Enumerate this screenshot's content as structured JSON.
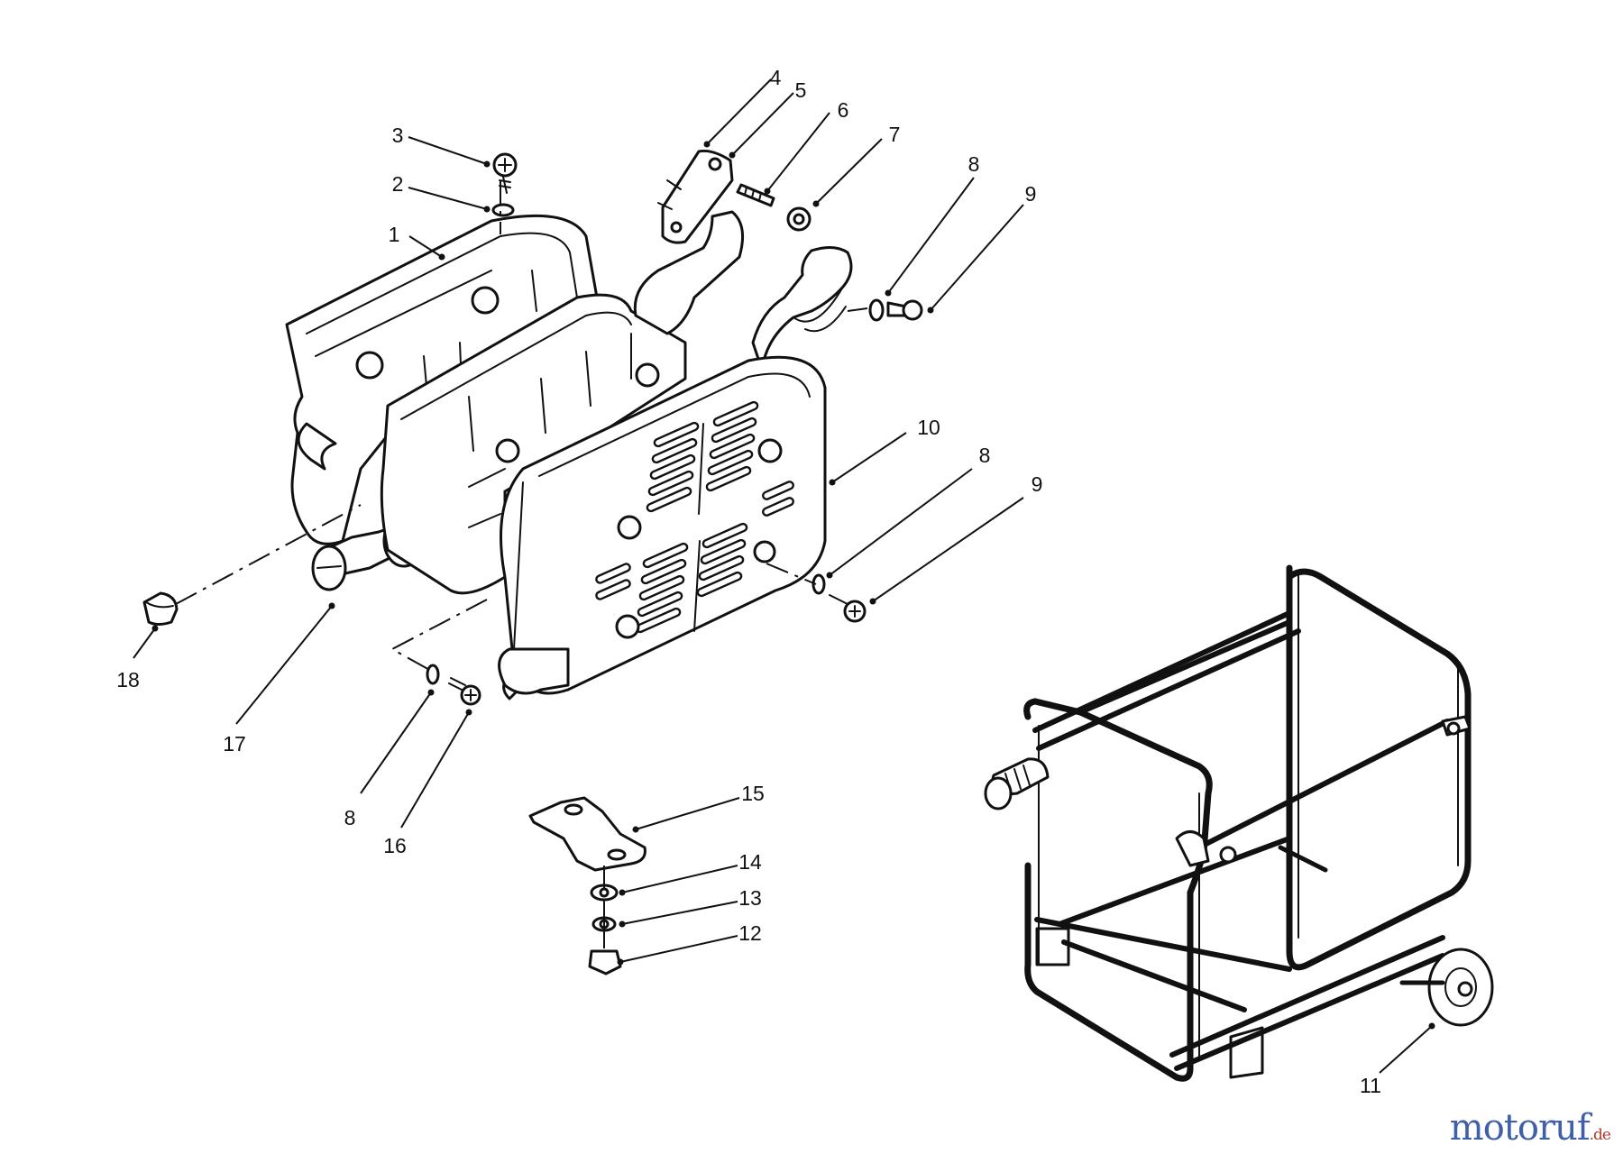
{
  "callouts": [
    {
      "id": "c1",
      "label": "1"
    },
    {
      "id": "c2",
      "label": "2"
    },
    {
      "id": "c3",
      "label": "3"
    },
    {
      "id": "c4",
      "label": "4"
    },
    {
      "id": "c5",
      "label": "5"
    },
    {
      "id": "c6",
      "label": "6"
    },
    {
      "id": "c7",
      "label": "7"
    },
    {
      "id": "c8a",
      "label": "8"
    },
    {
      "id": "c9a",
      "label": "9"
    },
    {
      "id": "c10",
      "label": "10"
    },
    {
      "id": "c8b",
      "label": "8"
    },
    {
      "id": "c9b",
      "label": "9"
    },
    {
      "id": "c18",
      "label": "18"
    },
    {
      "id": "c17",
      "label": "17"
    },
    {
      "id": "c8c",
      "label": "8"
    },
    {
      "id": "c16",
      "label": "16"
    },
    {
      "id": "c15",
      "label": "15"
    },
    {
      "id": "c14",
      "label": "14"
    },
    {
      "id": "c13",
      "label": "13"
    },
    {
      "id": "c12",
      "label": "12"
    },
    {
      "id": "c11",
      "label": "11"
    }
  ],
  "watermark": {
    "main": "motoruf",
    "suffix": ".de"
  },
  "colors": {
    "line": "#111111",
    "watermark_blue": "#3f5fa8",
    "watermark_red": "#b13a2f"
  }
}
